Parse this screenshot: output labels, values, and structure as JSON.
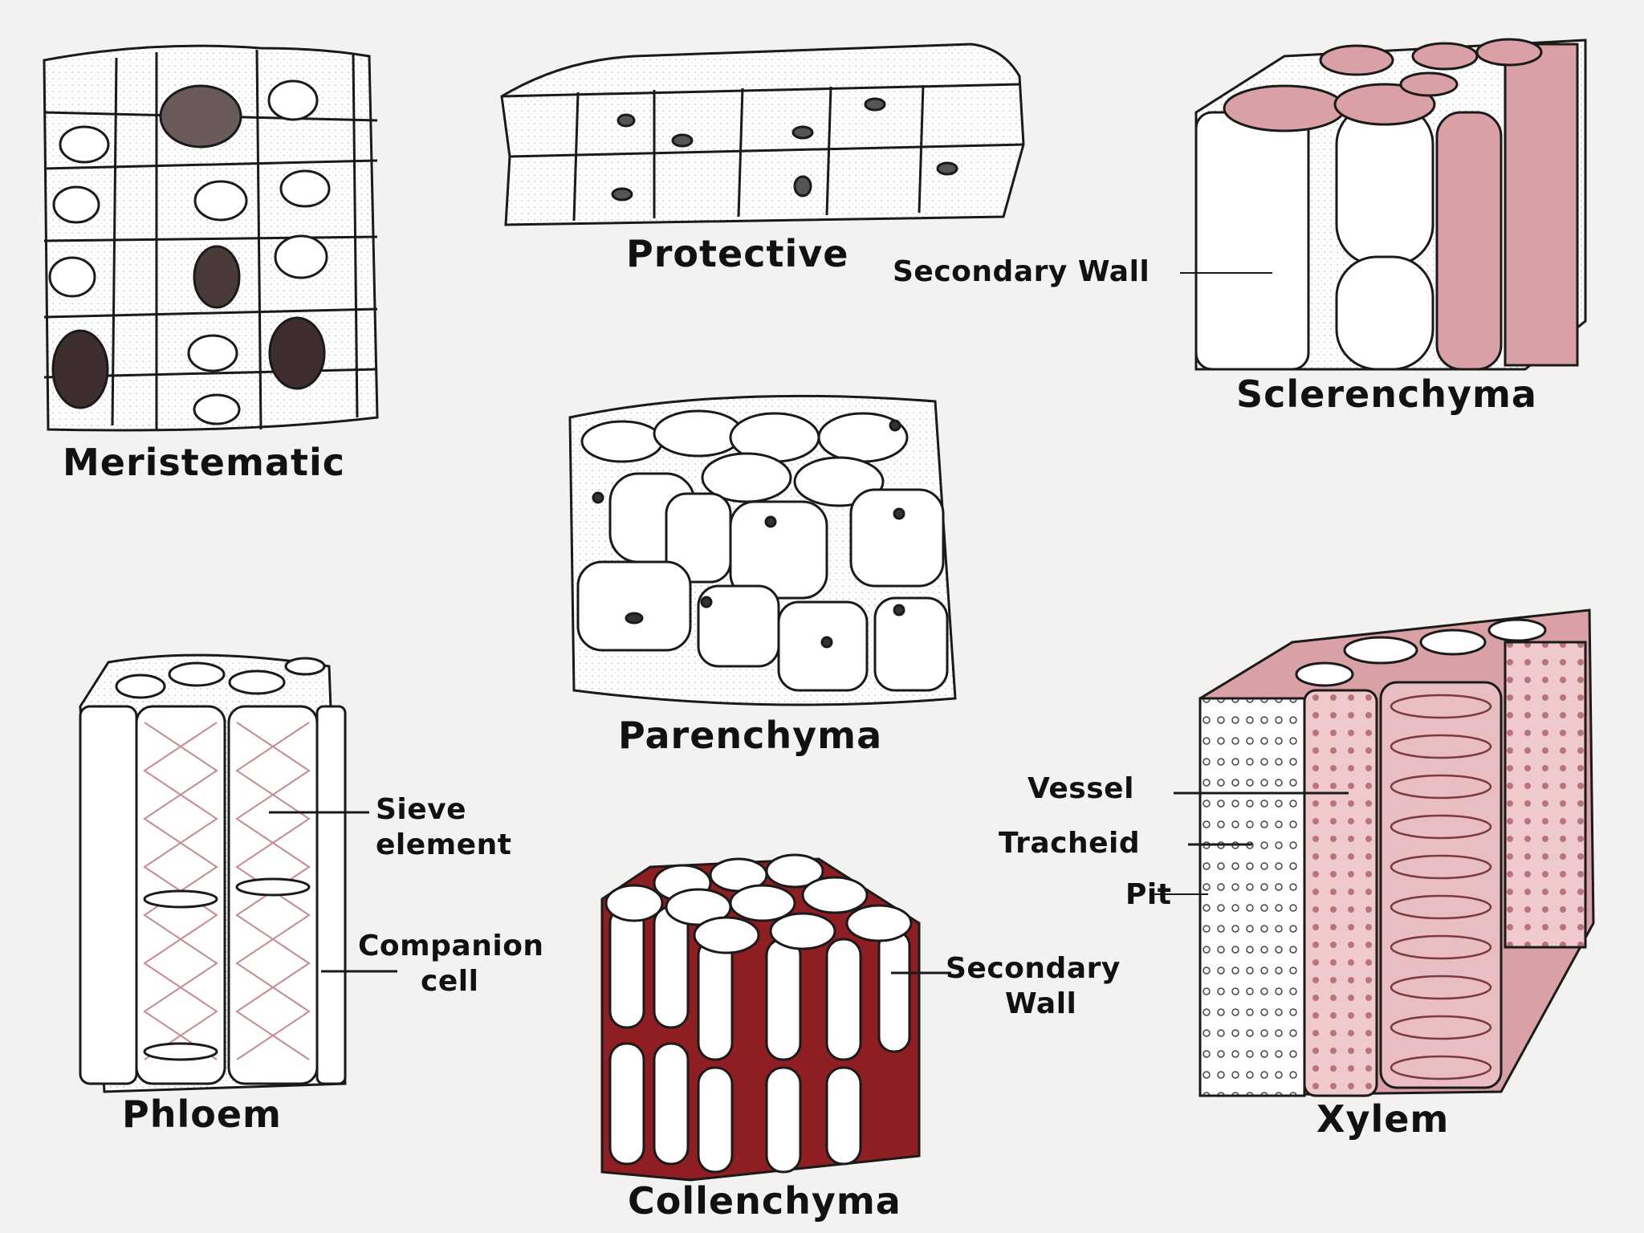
{
  "diagram": {
    "tissues": {
      "meristematic": "Meristematic",
      "protective": "Protective",
      "sclerenchyma": "Sclerenchyma",
      "parenchyma": "Parenchyma",
      "phloem": "Phloem",
      "collenchyma": "Collenchyma",
      "xylem": "Xylem"
    },
    "callouts": {
      "sclerenchyma_secondary_wall": "Secondary Wall",
      "sieve_element_line1": "Sieve",
      "sieve_element_line2": "element",
      "companion_cell_line1": "Companion",
      "companion_cell_line2": "cell",
      "collenchyma_secondary_wall_line1": "Secondary",
      "collenchyma_secondary_wall_line2": "Wall",
      "vessel": "Vessel",
      "tracheid": "Tracheid",
      "pit": "Pit"
    },
    "colors": {
      "background": "#f3f2f1",
      "line": "#1a1a1a",
      "pink": "#d9a0a6",
      "dark_red": "#8e1e22",
      "cell_fill": "#ffffff",
      "stipple": "#e4e2e0"
    }
  }
}
